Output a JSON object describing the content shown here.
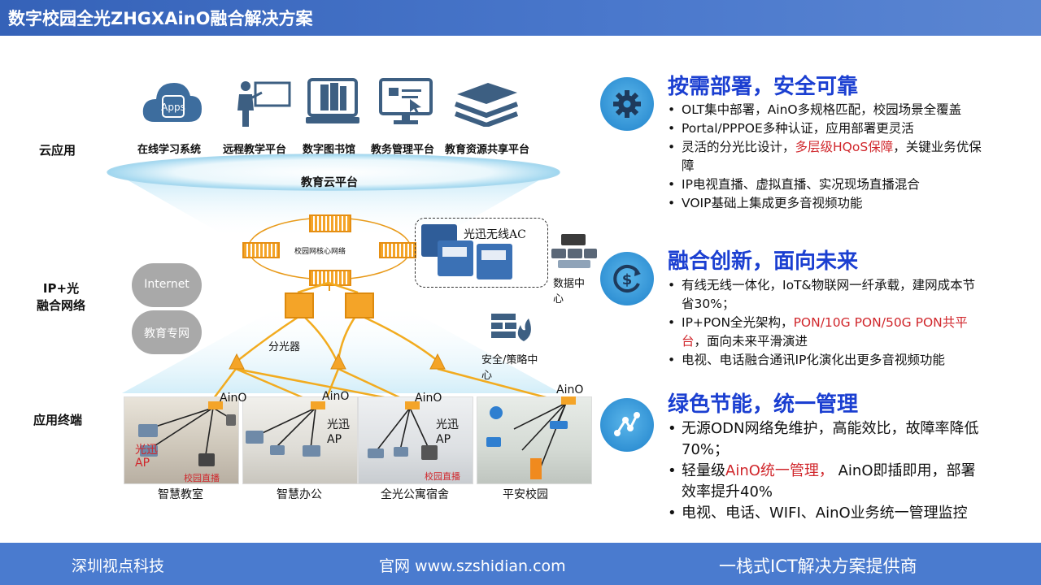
{
  "header": {
    "title": "数字校园全光ZHGXAinO融合解决方案"
  },
  "footer": {
    "left": "深圳视点科技",
    "center": "官网 www.szshidian.com",
    "right": "一栈式ICT解决方案提供商"
  },
  "diagram": {
    "layers": {
      "cloud": "云应用",
      "network_line1": "IP+光",
      "network_line2": "融合网络",
      "terminal": "应用终端"
    },
    "apps": [
      "在线学习系统",
      "远程教学平台",
      "数字图书馆",
      "教务管理平台",
      "教育资源共享平台"
    ],
    "apps_icon_text": "Apps",
    "cloud_platform": "教育云平台",
    "core_network": "校园网核心网络",
    "wireless_ac": "光迅无线AC",
    "datacenter": "数据中心",
    "internet": "Internet",
    "edu_net": "教育专网",
    "splitter": "分光器",
    "security": "安全/策略中心",
    "aino": "AinO",
    "ap_label_line1": "光迅",
    "ap_label_line2": "AP",
    "live": "校园直播",
    "rooms": [
      "智慧教室",
      "智慧办公",
      "全光公寓宿舍",
      "平安校园"
    ]
  },
  "sections": [
    {
      "icon": "gear-icon",
      "title": "按需部署，安全可靠",
      "b1": "OLT集中部署，AinO多规格匹配，校园场景全覆盖",
      "b2": "Portal/PPPOE多种认证，应用部署更灵活",
      "b3a": "灵活的分光比设计，",
      "b3b": "多层级HQoS保障",
      "b3c": "，关键业务优保障",
      "b4": "IP电视直播、虚拟直播、实况现场直播混合",
      "b5": "VOIP基础上集成更多音视频功能"
    },
    {
      "icon": "dollar-cycle-icon",
      "title": "融合创新，面向未来",
      "b1": "有线无线一体化，IoT&物联网一纤承载，建网成本节省30%；",
      "b2a": "IP+PON全光架构，",
      "b2b": "PON/10G PON/50G PON共平台",
      "b2c": "，面向未来平滑演进",
      "b3": "电视、电话融合通讯IP化演化出更多音视频功能"
    },
    {
      "icon": "network-nodes-icon",
      "title": "绿色节能，统一管理",
      "b1": "无源ODN网络免维护，高能效比，故障率降低70%；",
      "b2a": "轻量级",
      "b2b": "AinO统一管理，",
      "b2c": " AinO即插即用，部署效率提升40%",
      "b3": "电视、电话、WIFI、AinO业务统一管理监控"
    }
  ]
}
